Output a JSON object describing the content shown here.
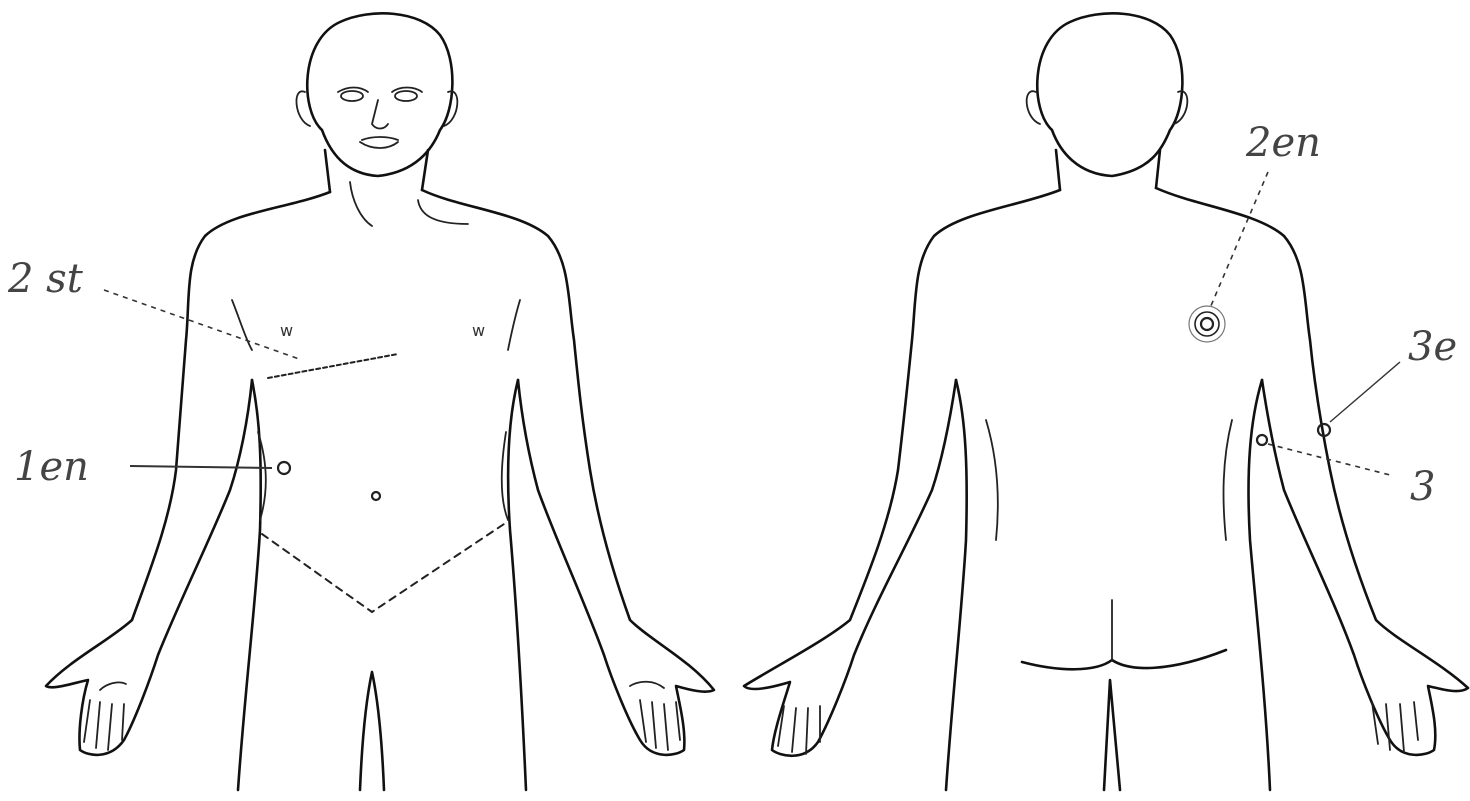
{
  "labels": {
    "chest": "2 st",
    "abdomen": "1en",
    "upper_back": "2en",
    "arm_upper": "3e",
    "arm_lower": "3"
  }
}
